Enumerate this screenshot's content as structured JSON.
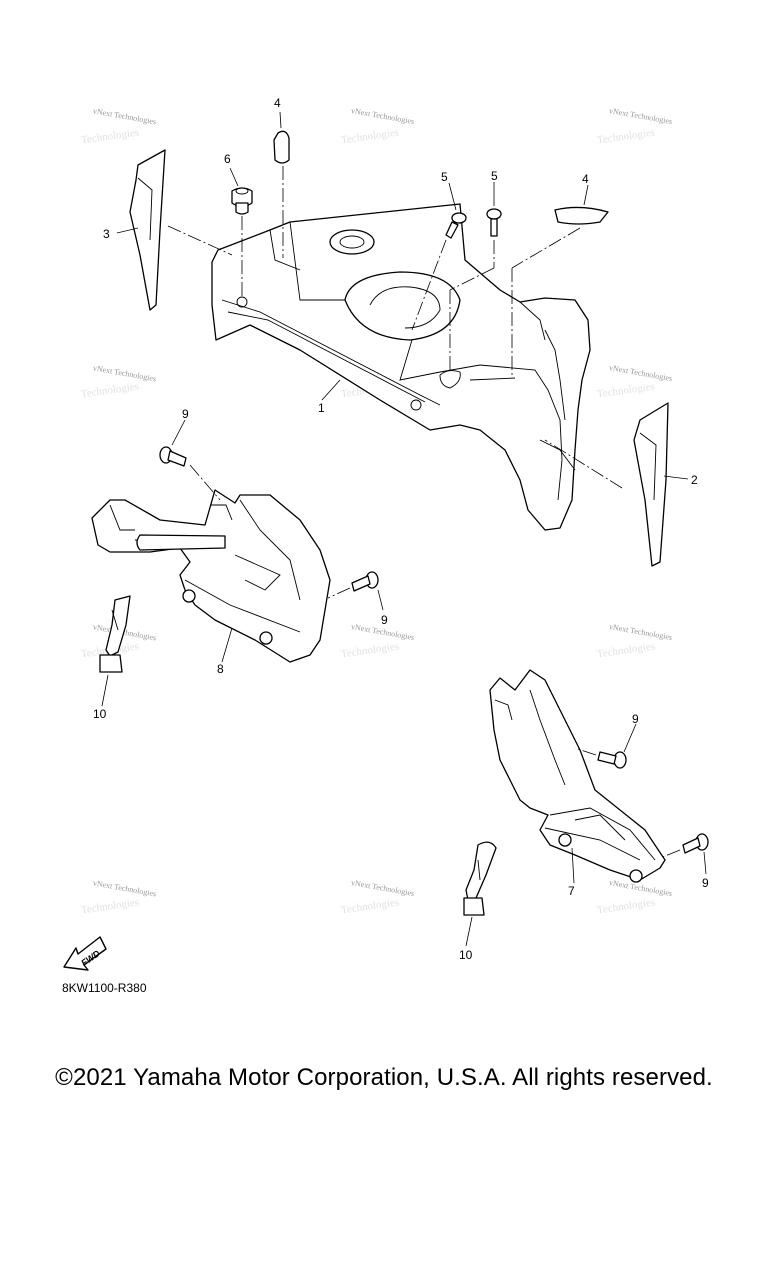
{
  "diagram": {
    "code": "8KW1100-R380",
    "fwd_label": "FWD",
    "watermark": "vNext Technologies",
    "callouts": {
      "c1": "1",
      "c2": "2",
      "c3": "3",
      "c4a": "4",
      "c4b": "4",
      "c5a": "5",
      "c5b": "5",
      "c6": "6",
      "c7": "7",
      "c8": "8",
      "c9a": "9",
      "c9b": "9",
      "c9c": "9",
      "c9d": "9",
      "c10a": "10",
      "c10b": "10"
    }
  },
  "footer": {
    "copyright": "©2021 Yamaha Motor Corporation, U.S.A. All rights reserved."
  }
}
